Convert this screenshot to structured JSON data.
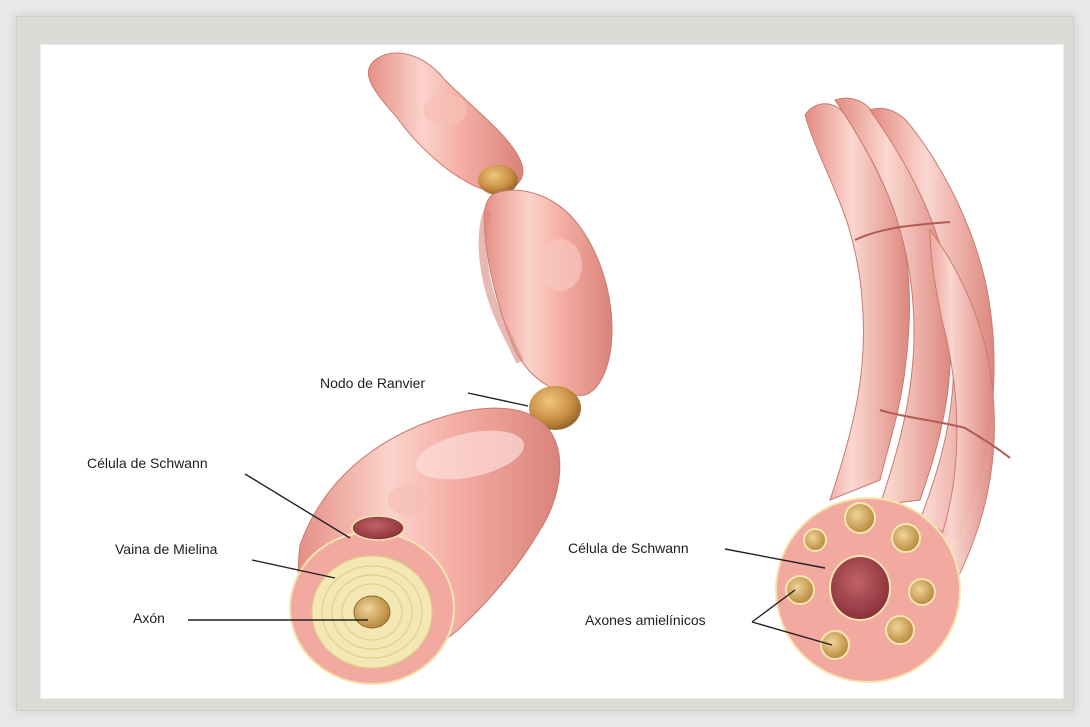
{
  "labels": {
    "node_of_ranvier": "Nodo de Ranvier",
    "schwann_cell_left": "Célula de Schwann",
    "myelin_sheath": "Vaina de Mielina",
    "axon": "Axón",
    "schwann_cell_right": "Célula de Schwann",
    "unmyelinated_axons": "Axones amielínicos"
  },
  "colors": {
    "sheath_pink": "#f2a9a0",
    "sheath_highlight": "#fde2dc",
    "sheath_shadow": "#d98a80",
    "node_gold": "#c9974a",
    "myelin_yellow": "#f3e7b4",
    "axon_tan": "#d6b36e",
    "nucleus_maroon": "#a8464f"
  }
}
